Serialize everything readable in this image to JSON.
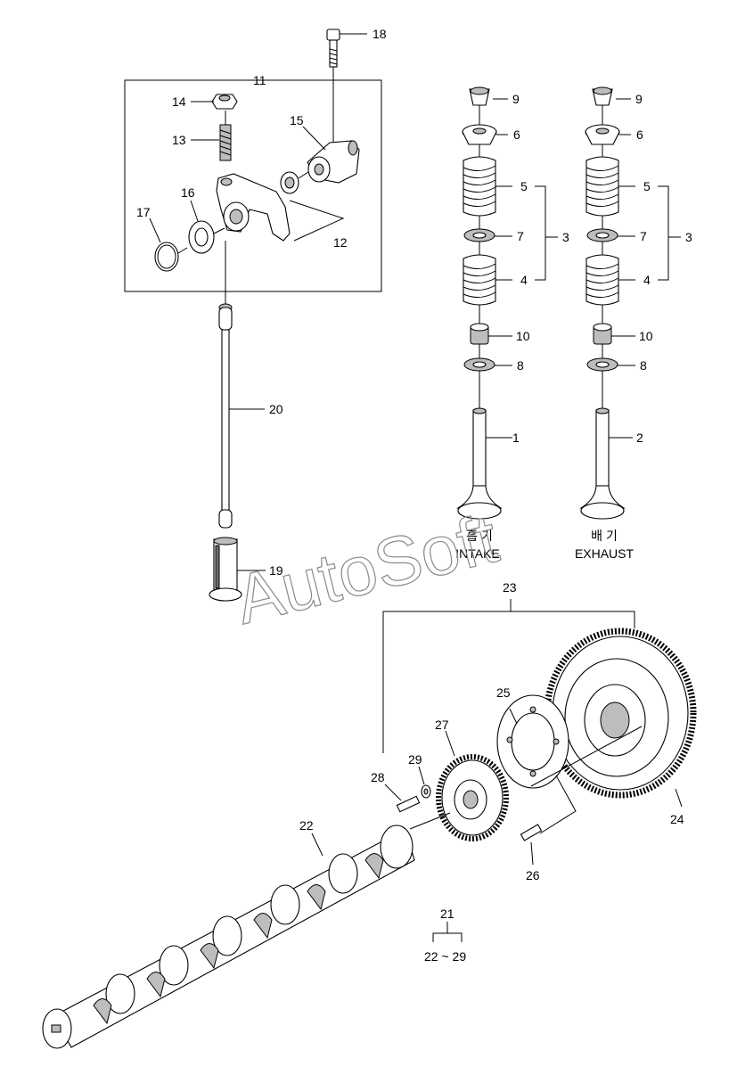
{
  "diagram": {
    "watermark": "AutoSoft",
    "captions": {
      "intake_kr": "흡 기",
      "intake_en": "INTAKE",
      "exhaust_kr": "배 기",
      "exhaust_en": "EXHAUST"
    },
    "range_label": "22 ~ 29",
    "callouts": [
      "1",
      "2",
      "3",
      "4",
      "5",
      "6",
      "7",
      "8",
      "9",
      "10",
      "11",
      "12",
      "13",
      "14",
      "15",
      "16",
      "17",
      "18",
      "19",
      "20",
      "21",
      "22",
      "23",
      "24",
      "25",
      "26",
      "27",
      "28",
      "29"
    ]
  }
}
